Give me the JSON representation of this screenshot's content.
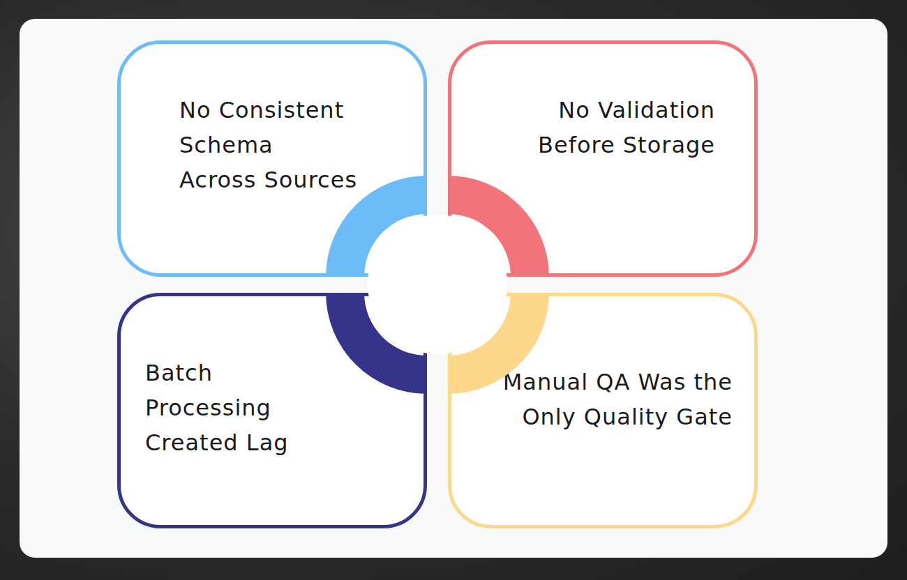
{
  "diagram": {
    "nodes": [
      {
        "text": [
          "No Consistent Schema Across Sources"
        ]
      },
      {
        "text": [
          "No Validation Before Storage"
        ]
      },
      {
        "text": [
          "Batch Processing Created Lag"
        ]
      },
      {
        "text": [
          "Manual QA Was the Only Quality Gate"
        ]
      }
    ]
  }
}
